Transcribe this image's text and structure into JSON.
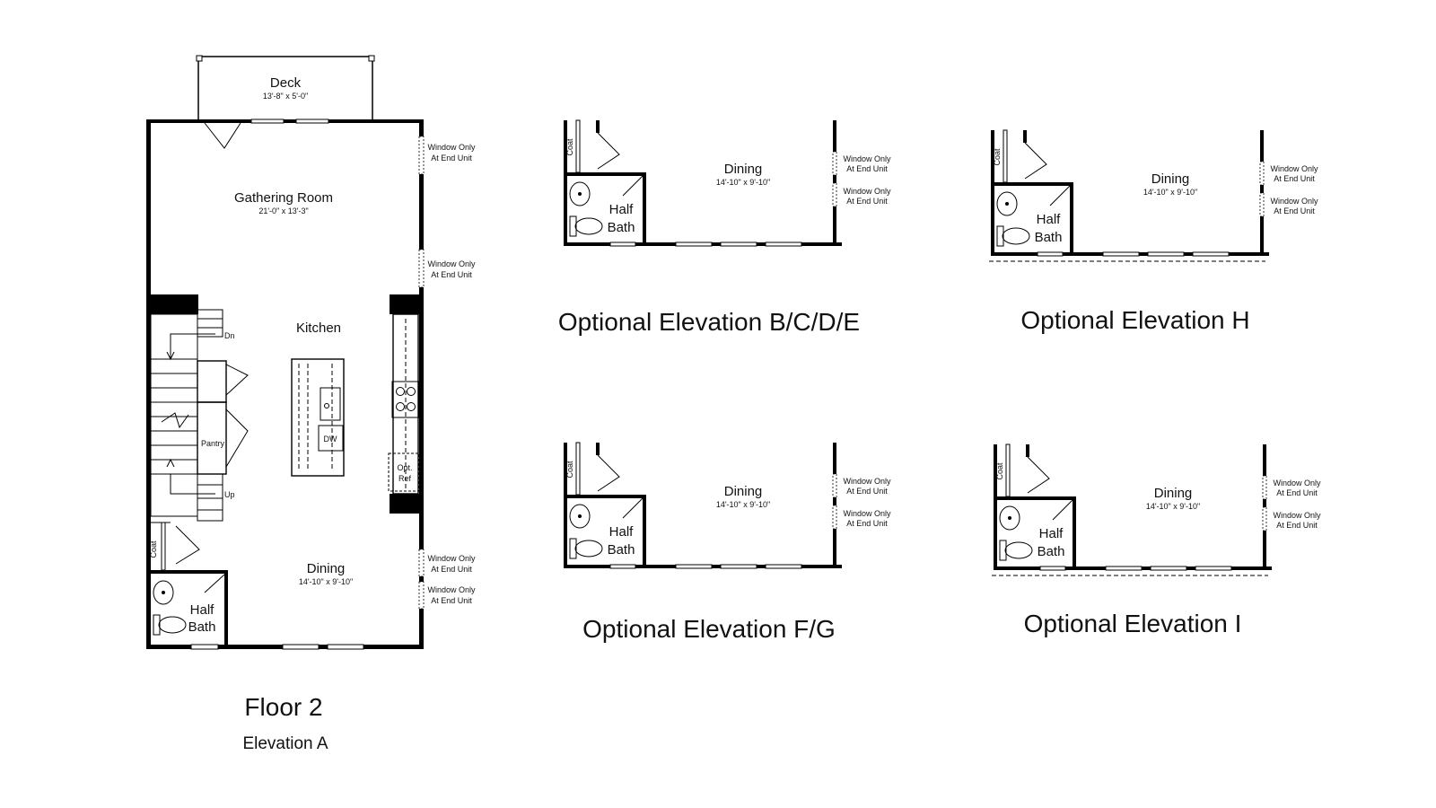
{
  "main_plan": {
    "deck": {
      "label": "Deck",
      "dim": "13'-8\" x 5'-0\""
    },
    "gathering_room": {
      "label": "Gathering Room",
      "dim": "21'-0\" x 13'-3\""
    },
    "kitchen": {
      "label": "Kitchen"
    },
    "dining": {
      "label": "Dining",
      "dim": "14'-10\" x 9'-10\""
    },
    "half_bath": {
      "line1": "Half",
      "line2": "Bath"
    },
    "coat": "Coat",
    "pantry": "Pantry",
    "dn": "Dn",
    "up": "Up",
    "dw": "DW",
    "opt_ref": {
      "line1": "Opt.",
      "line2": "Ref"
    },
    "window_note": {
      "line1": "Window Only",
      "line2": "At End Unit"
    }
  },
  "captions": {
    "floor": "Floor 2",
    "elevation": "Elevation A"
  },
  "optional_elevations": [
    {
      "title": "Optional Elevation B/C/D/E",
      "dining_label": "Dining",
      "dining_dim": "14'-10\" x 9'-10\"",
      "half": "Half",
      "bath": "Bath",
      "coat": "Coat",
      "window_note_line1": "Window Only",
      "window_note_line2": "At End Unit"
    },
    {
      "title": "Optional Elevation H",
      "dining_label": "Dining",
      "dining_dim": "14'-10\" x 9'-10\"",
      "half": "Half",
      "bath": "Bath",
      "coat": "Coat",
      "window_note_line1": "Window Only",
      "window_note_line2": "At End Unit"
    },
    {
      "title": "Optional Elevation F/G",
      "dining_label": "Dining",
      "dining_dim": "14'-10\" x 9'-10\"",
      "half": "Half",
      "bath": "Bath",
      "coat": "Coat",
      "window_note_line1": "Window Only",
      "window_note_line2": "At End Unit"
    },
    {
      "title": "Optional Elevation I",
      "dining_label": "Dining",
      "dining_dim": "14'-10\" x 9'-10\"",
      "half": "Half",
      "bath": "Bath",
      "coat": "Coat",
      "window_note_line1": "Window Only",
      "window_note_line2": "At End Unit"
    }
  ]
}
